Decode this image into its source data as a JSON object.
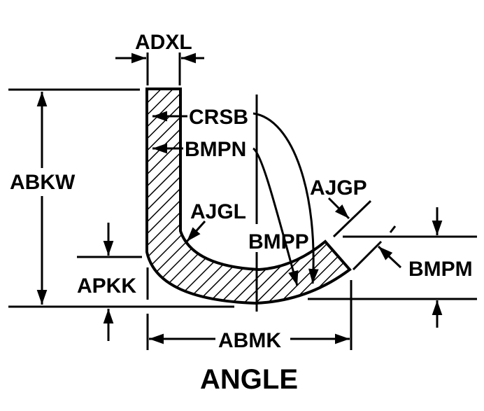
{
  "diagram": {
    "title": "ANGLE",
    "labels": {
      "adxl": "ADXL",
      "crsb": "CRSB",
      "bmpn": "BMPN",
      "abkw": "ABKW",
      "ajgl": "AJGL",
      "ajgp": "AJGP",
      "bmpp": "BMPP",
      "bmpm": "BMPM",
      "apkk": "APKK",
      "abmk": "ABMK"
    },
    "colors": {
      "ink": "#000000",
      "background": "#ffffff"
    }
  }
}
